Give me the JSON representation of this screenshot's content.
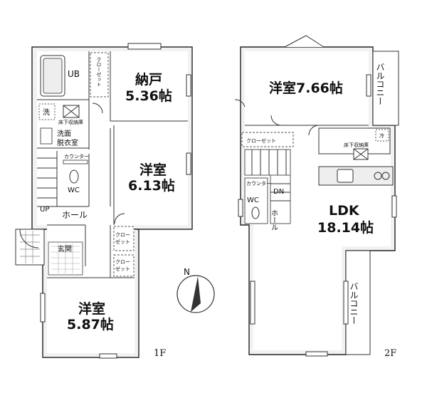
{
  "floor1": {
    "label": "1F",
    "storage_room": {
      "name": "納戸",
      "size": "5.36帖"
    },
    "room_a": {
      "name": "洋室",
      "size": "6.13帖"
    },
    "room_b": {
      "name": "洋室",
      "size": "5.87帖"
    },
    "bath": "UB",
    "closet_top": "クローゼット",
    "laundry": "洗",
    "underfloor": "床下収納庫",
    "washroom_line1": "洗面",
    "washroom_line2": "脱衣室",
    "counter": "カウンター",
    "wc": "WC",
    "up": "UP",
    "hall": "ホール",
    "entrance": "玄関",
    "closet_a_line1": "クロー",
    "closet_a_line2": "ゼット",
    "closet_b_line1": "クロー",
    "closet_b_line2": "ゼット"
  },
  "floor2": {
    "label": "2F",
    "room": {
      "name": "洋室",
      "size": "7.66帖"
    },
    "ldk": {
      "name": "LDK",
      "size": "18.14帖"
    },
    "balcony_top": "バルコニー",
    "balcony_bottom": "バルコニー",
    "closet": "クローゼット",
    "underfloor": "床下収納庫",
    "fridge": "冷",
    "counter": "カウンター",
    "wc": "WC",
    "dn": "DN",
    "hall": "ホール"
  },
  "compass": {
    "north": "N"
  }
}
